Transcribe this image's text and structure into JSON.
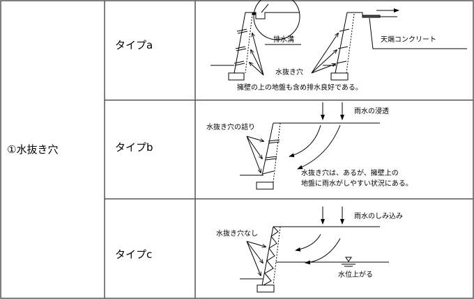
{
  "row_header": "①水抜き穴",
  "rows": [
    {
      "type_label": "タイプa",
      "labels": {
        "drain": "排水溝",
        "top_concrete": "天端コンクリート",
        "weep_hole": "水抜き穴",
        "caption": "擁壁の上の地盤も含め排水良好である。"
      }
    },
    {
      "type_label": "タイプb",
      "labels": {
        "rain": "雨水の浸透",
        "clog": "水抜き穴の詰り",
        "caption_line1": "水抜き穴は、あるが、擁壁上の",
        "caption_line2": "地盤に雨水がしやすい状況にある。"
      }
    },
    {
      "type_label": "タイプc",
      "labels": {
        "rain": "雨水のしみ込み",
        "none": "水抜き穴なし",
        "water_level": "水位上がる"
      }
    }
  ]
}
